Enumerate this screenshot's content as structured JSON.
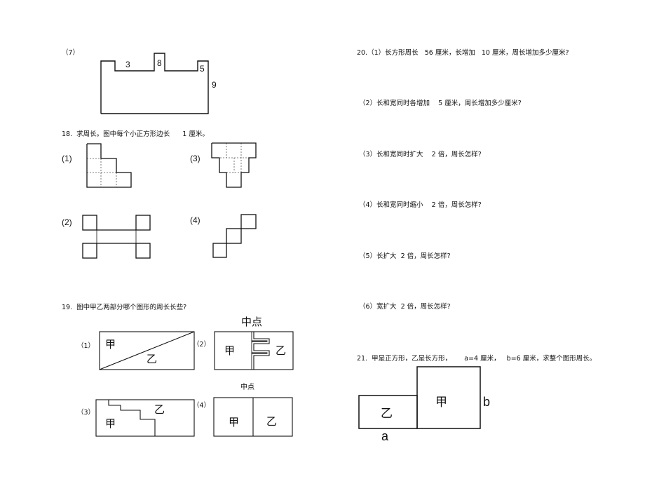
{
  "left": {
    "q7": {
      "label": "（7）",
      "dim_3": "3",
      "dim_8": "8",
      "dim_5": "5",
      "dim_9": "9"
    },
    "q18": {
      "text": "18.  求周长。图中每个小正方形边长      1 厘米。",
      "labels": [
        "(1)",
        "(2)",
        "(3)",
        "(4)"
      ]
    },
    "q19": {
      "text": "19.  图中甲乙两部分哪个图形的周长长些?",
      "labels": [
        "（1）",
        "（2）",
        "（3）",
        "（4）"
      ],
      "jia": "甲",
      "yi": "乙",
      "midpoint_large": "中点",
      "midpoint_small": "中点"
    }
  },
  "right": {
    "q20": [
      "20.（1）长方形周长   56 厘米，长增加   10 厘米，周长增加多少厘米?",
      "（2）长和宽同时各增加    5 厘米，周长增加多少厘米?",
      "（3）长和宽同时扩大    2 倍，周长怎样?",
      "（4）长和宽同时缩小    2 倍，周长怎样?",
      "（5）长扩大  2 倍，周长怎样?",
      "（6）宽扩大  2 倍，周长怎样?"
    ],
    "q21": {
      "text": "21.  甲是正方形，乙是长方形，      a=4 厘米，   b=6 厘米，求整个图形周长。",
      "jia": "甲",
      "yi": "乙",
      "a": "a",
      "b": "b"
    }
  }
}
